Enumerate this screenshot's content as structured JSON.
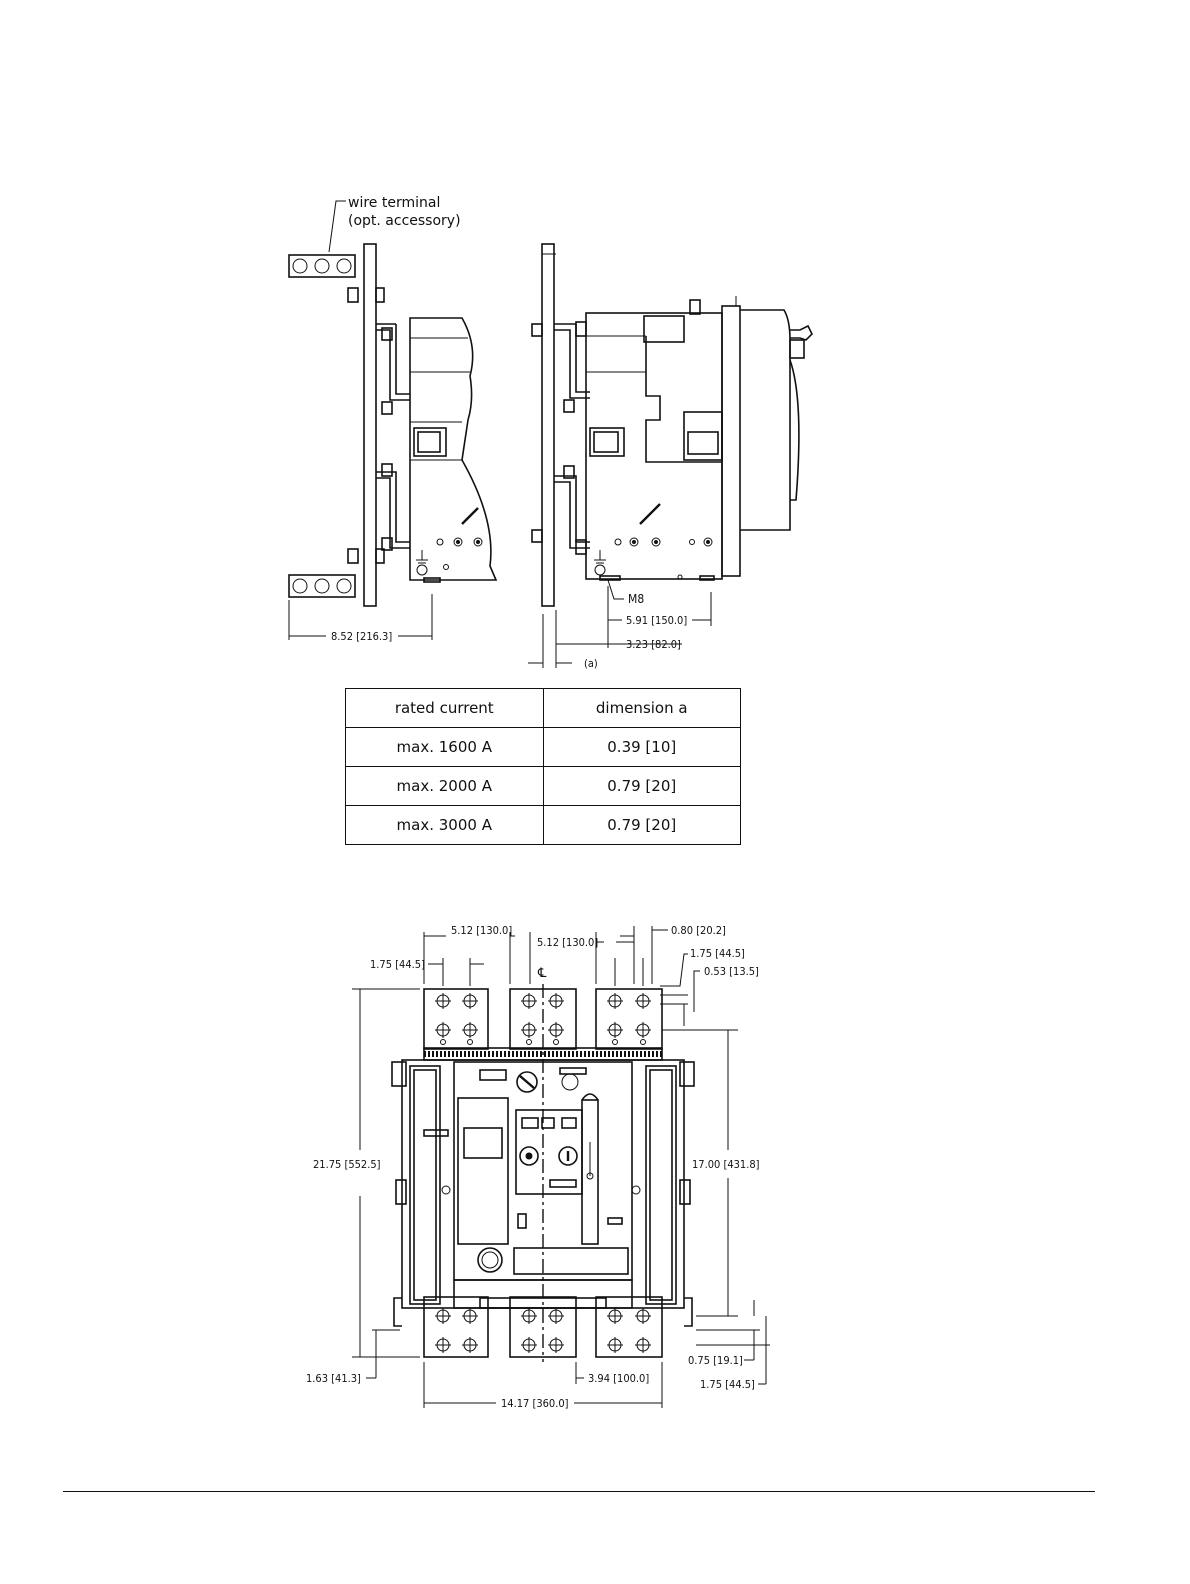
{
  "side_views": {
    "wire_terminal_label_1": "wire terminal",
    "wire_terminal_label_2": "(opt. accessory)",
    "dim_left_depth": "8.52 [216.3]",
    "thread_label": "M8",
    "dim_591": "5.91 [150.0]",
    "dim_323": "3.23 [82.0]",
    "dim_a": "(a)"
  },
  "dimension_table": {
    "headers": [
      "rated current",
      "dimension a"
    ],
    "rows": [
      [
        "max. 1600 A",
        "0.39 [10]"
      ],
      [
        "max. 2000 A",
        "0.79 [20]"
      ],
      [
        "max. 3000 A",
        "0.79 [20]"
      ]
    ]
  },
  "front_view": {
    "dim_512_left": "5.12 [130.0]",
    "dim_512_right": "5.12 [130.0]",
    "dim_080": "0.80 [20.2]",
    "dim_175_top_left": "1.75 [44.5]",
    "dim_175_top_right": "1.75 [44.5]",
    "dim_053": "0.53 [13.5]",
    "centerline": "℄",
    "dim_2175": "21.75 [552.5]",
    "dim_1700": "17.00 [431.8]",
    "dim_163": "1.63 [41.3]",
    "dim_075": "0.75 [19.1]",
    "dim_175_bottom": "1.75 [44.5]",
    "dim_394": "3.94 [100.0]",
    "dim_1417": "14.17 [360.0]"
  }
}
